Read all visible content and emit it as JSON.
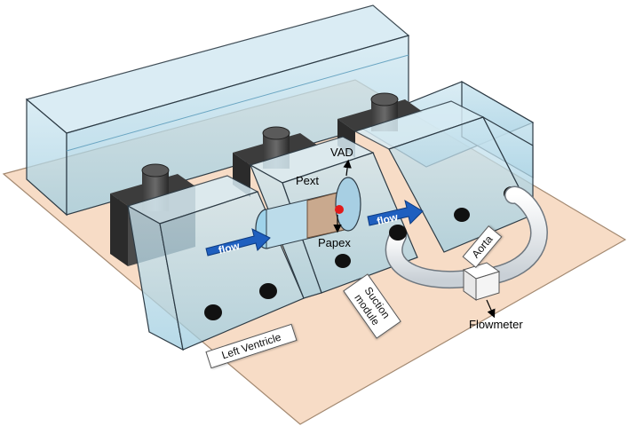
{
  "labels": {
    "vad": "VAD",
    "pext": "Pext",
    "papex": "Papex",
    "flow_left": "flow",
    "flow_right": "flow",
    "flowmeter": "Flowmeter",
    "left_ventricle": "Left Ventricle",
    "suction_module": "Suction module",
    "aorta": "Aorta"
  },
  "colors": {
    "base_plate": "#f7dcc6",
    "water": "#bcdcea",
    "glass_edge": "#2d3b45",
    "flow_arrow": "#1f5fbf",
    "pressure_dot": "#e11b1b",
    "tube": "#f2f4f6"
  }
}
